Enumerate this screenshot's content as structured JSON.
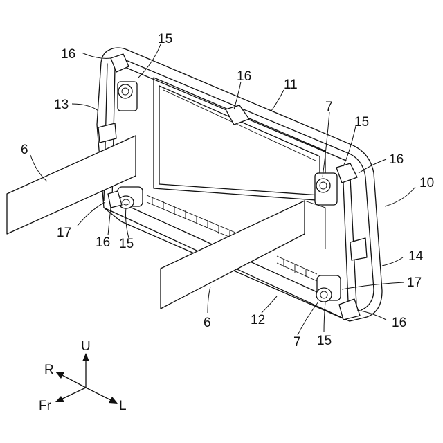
{
  "labels": {
    "l15a": "15",
    "l16a": "16",
    "l13": "13",
    "l6a": "6",
    "l16b": "16",
    "l11": "11",
    "l7a": "7",
    "l15b": "15",
    "l16c": "16",
    "l10": "10",
    "l17a": "17",
    "l16d": "16",
    "l15c": "15",
    "l14": "14",
    "l17b": "17",
    "l16e": "16",
    "l6b": "6",
    "l12": "12",
    "l7b": "7",
    "l15d": "15"
  },
  "axes": {
    "up": "U",
    "right": "R",
    "front": "Fr",
    "left": "L"
  }
}
